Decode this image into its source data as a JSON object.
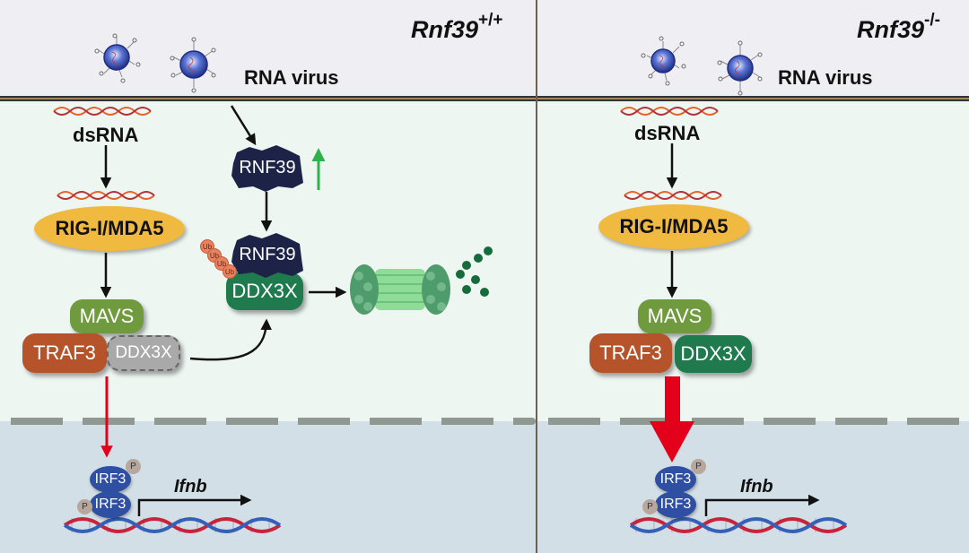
{
  "panels": [
    {
      "genotype_gene": "Rnf39",
      "genotype_sup": "+/+",
      "virus_label": "RNA virus",
      "dsrna_label": "dsRNA",
      "receptor_label": "RIG-I/MDA5",
      "adaptor_label": "MAVS",
      "traf3_label": "TRAF3",
      "ddx3x_label": "DDX3X",
      "ddx3x_state": "degraded (dashed, gray)",
      "rnf39_label": "RNF39",
      "rnf39_bound_label": "RNF39",
      "ddx3x_bound_label": "DDX3X",
      "ub_labels": [
        "Ub",
        "Ub",
        "Ub",
        "Ub"
      ],
      "irf3_labels": [
        "IRF3",
        "IRF3"
      ],
      "phospho_labels": [
        "P",
        "P"
      ],
      "gene_label": "Ifnb",
      "signal_strength": "weak"
    },
    {
      "genotype_gene": "Rnf39",
      "genotype_sup": "-/-",
      "virus_label": "RNA virus",
      "dsrna_label": "dsRNA",
      "receptor_label": "RIG-I/MDA5",
      "adaptor_label": "MAVS",
      "traf3_label": "TRAF3",
      "ddx3x_label": "DDX3X",
      "ddx3x_state": "intact",
      "irf3_labels": [
        "IRF3",
        "IRF3"
      ],
      "phospho_labels": [
        "P",
        "P"
      ],
      "gene_label": "Ifnb",
      "signal_strength": "strong"
    }
  ],
  "colors": {
    "extracellular": "#efeff3",
    "cytoplasm": "#eef6f2",
    "nucleus": "#d3dfe6",
    "membrane": "#a0865e",
    "receptor": "#f0b93f",
    "mavs": "#6f9a3e",
    "traf3": "#b5532b",
    "ddx3x": "#1f7a4e",
    "ddx3x_degraded": "#a9a9a9",
    "rnf39": "#1c2346",
    "irf3": "#2f4fa3",
    "signal_arrow": "#e3001b",
    "upregulation_arrow": "#2fb24a",
    "proteasome": "#3d8f5d"
  }
}
